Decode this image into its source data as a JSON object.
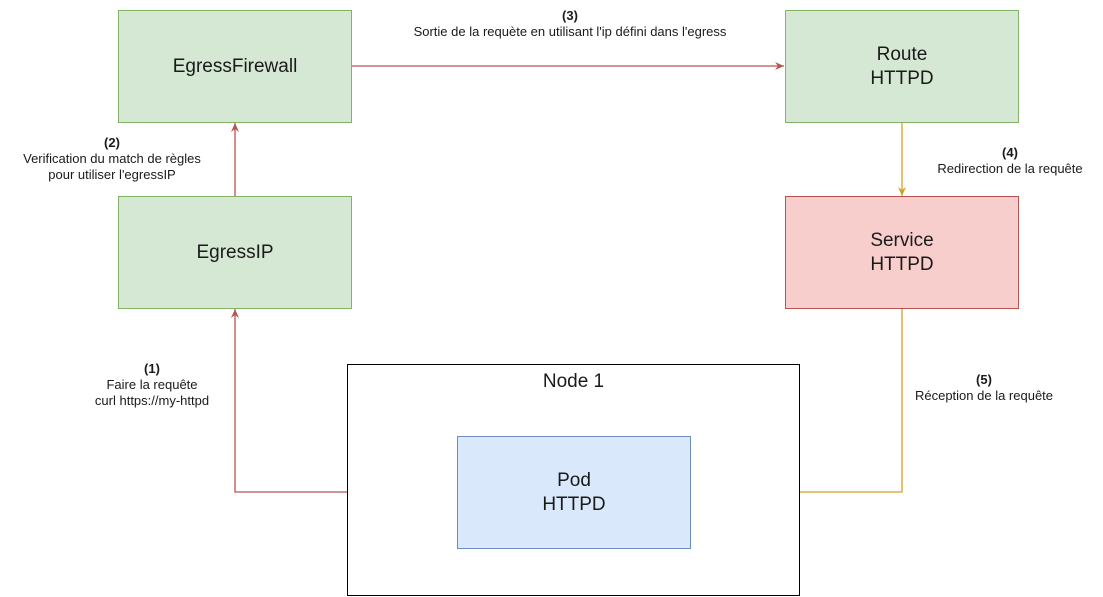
{
  "boxes": {
    "egress_firewall": {
      "line1": "EgressFirewall",
      "line2": ""
    },
    "egress_ip": {
      "line1": "EgressIP",
      "line2": ""
    },
    "route": {
      "line1": "Route",
      "line2": "HTTPD"
    },
    "service": {
      "line1": "Service",
      "line2": "HTTPD"
    },
    "pod": {
      "line1": "Pod",
      "line2": "HTTPD"
    }
  },
  "node": {
    "title": "Node 1"
  },
  "steps": [
    {
      "num": "(1)",
      "line1": "Faire la requête",
      "line2": "curl https://my-httpd"
    },
    {
      "num": "(2)",
      "line1": "Verification du match de règles",
      "line2": "pour utiliser l'egressIP"
    },
    {
      "num": "(3)",
      "line1": "Sortie de la requète en utilisant l'ip défini dans l'egress",
      "line2": ""
    },
    {
      "num": "(4)",
      "line1": "Redirection de la requête",
      "line2": ""
    },
    {
      "num": "(5)",
      "line1": "Réception de la requête",
      "line2": ""
    }
  ],
  "colors": {
    "arrow_red": "#b85450",
    "arrow_orange": "#d6a020",
    "green_fill": "#d5e8d4",
    "red_fill": "#f8cecc",
    "blue_fill": "#dae8fc"
  }
}
